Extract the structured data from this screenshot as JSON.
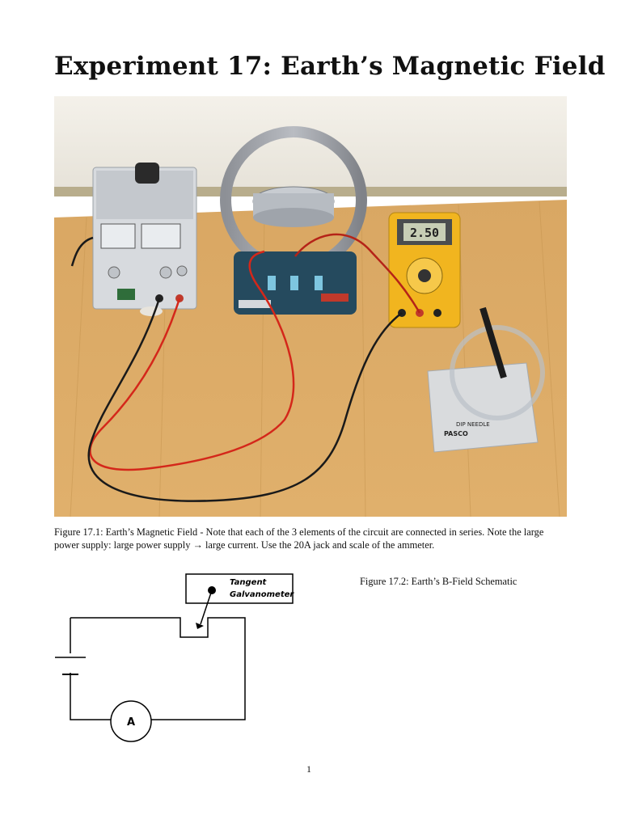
{
  "document": {
    "title": "Experiment 17: Earth’s Magnetic Field",
    "figure1": {
      "caption": "Figure 17.1: Earth’s Magnetic Field - Note that each of the 3 elements of the circuit are connected in series. Note the large power supply: large power supply → large current. Use the 20A jack and scale of the ammeter.",
      "multimeter_display": "2.50",
      "dip_needle_label": "DIP NEEDLE",
      "dip_needle_brand": "PASCO"
    },
    "figure2": {
      "caption": "Figure 17.2: Earth’s B-Field Schematic",
      "galvanometer_label_line1": "Tangent",
      "galvanometer_label_line2": "Galvanometer",
      "ammeter_symbol": "A"
    },
    "page_number": "1"
  }
}
